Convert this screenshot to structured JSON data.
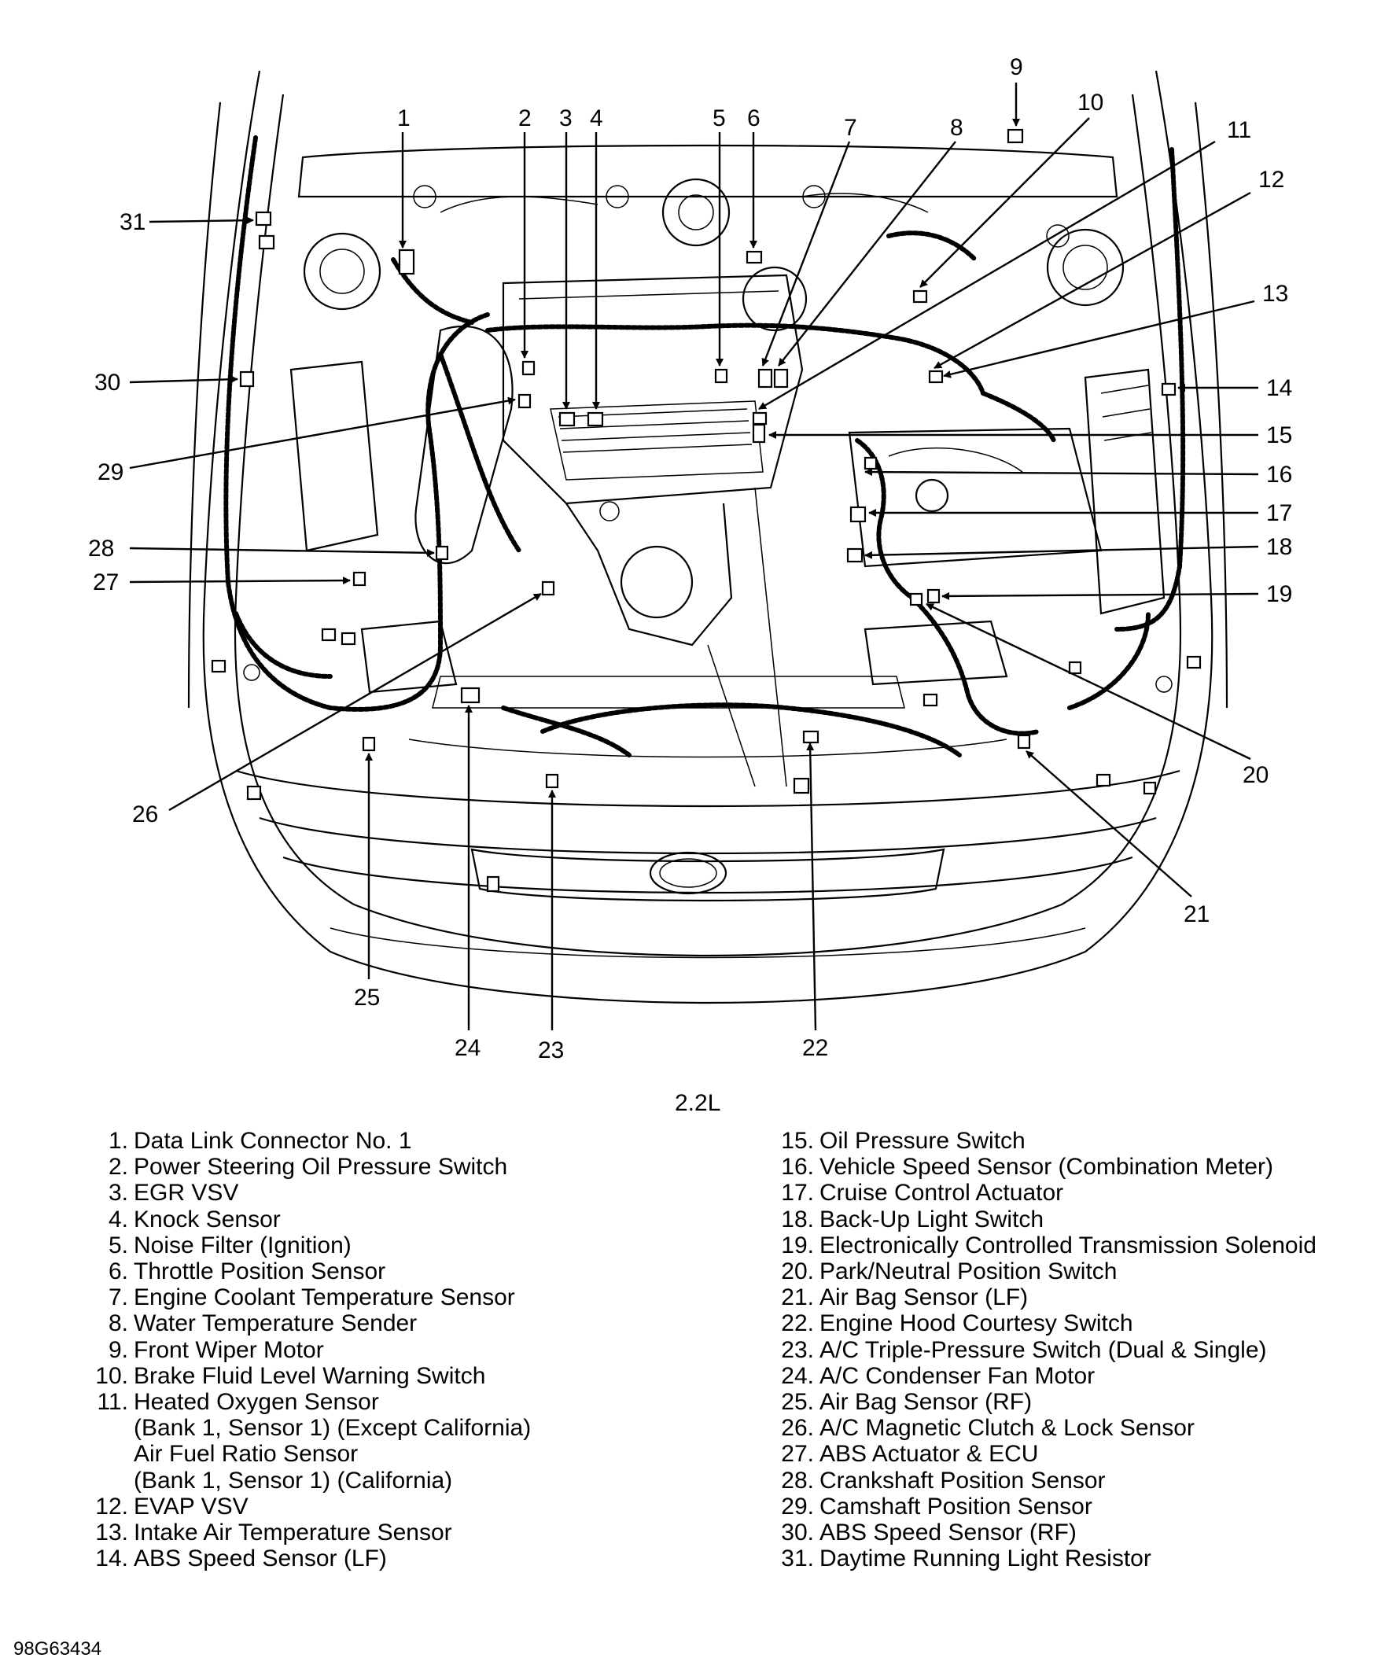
{
  "callouts": [
    {
      "n": "1"
    },
    {
      "n": "2"
    },
    {
      "n": "3"
    },
    {
      "n": "4"
    },
    {
      "n": "5"
    },
    {
      "n": "6"
    },
    {
      "n": "7"
    },
    {
      "n": "8"
    },
    {
      "n": "9"
    },
    {
      "n": "10"
    },
    {
      "n": "11"
    },
    {
      "n": "12"
    },
    {
      "n": "13"
    },
    {
      "n": "14"
    },
    {
      "n": "15"
    },
    {
      "n": "16"
    },
    {
      "n": "17"
    },
    {
      "n": "18"
    },
    {
      "n": "19"
    },
    {
      "n": "20"
    },
    {
      "n": "21"
    },
    {
      "n": "22"
    },
    {
      "n": "23"
    },
    {
      "n": "24"
    },
    {
      "n": "25"
    },
    {
      "n": "26"
    },
    {
      "n": "27"
    },
    {
      "n": "28"
    },
    {
      "n": "29"
    },
    {
      "n": "30"
    },
    {
      "n": "31"
    }
  ],
  "variant_label": "2.2L",
  "legend": {
    "left": [
      {
        "num": "1.",
        "lines": [
          "Data Link Connector No. 1"
        ]
      },
      {
        "num": "2.",
        "lines": [
          "Power Steering Oil Pressure Switch"
        ]
      },
      {
        "num": "3.",
        "lines": [
          "EGR VSV"
        ]
      },
      {
        "num": "4.",
        "lines": [
          "Knock Sensor"
        ]
      },
      {
        "num": "5.",
        "lines": [
          "Noise Filter (Ignition)"
        ]
      },
      {
        "num": "6.",
        "lines": [
          "Throttle Position Sensor"
        ]
      },
      {
        "num": "7.",
        "lines": [
          "Engine Coolant Temperature Sensor"
        ]
      },
      {
        "num": "8.",
        "lines": [
          "Water Temperature Sender"
        ]
      },
      {
        "num": "9.",
        "lines": [
          "Front Wiper Motor"
        ]
      },
      {
        "num": "10.",
        "lines": [
          "Brake Fluid Level Warning Switch"
        ]
      },
      {
        "num": "11.",
        "lines": [
          "Heated Oxygen Sensor",
          "(Bank 1, Sensor 1) (Except California)",
          "Air Fuel Ratio Sensor",
          "(Bank 1, Sensor 1) (California)"
        ]
      },
      {
        "num": "12.",
        "lines": [
          "EVAP VSV"
        ]
      },
      {
        "num": "13.",
        "lines": [
          "Intake Air Temperature Sensor"
        ]
      },
      {
        "num": "14.",
        "lines": [
          "ABS Speed Sensor (LF)"
        ]
      }
    ],
    "right": [
      {
        "num": "15.",
        "lines": [
          "Oil Pressure Switch"
        ]
      },
      {
        "num": "16.",
        "lines": [
          "Vehicle Speed Sensor (Combination Meter)"
        ]
      },
      {
        "num": "17.",
        "lines": [
          "Cruise Control Actuator"
        ]
      },
      {
        "num": "18.",
        "lines": [
          "Back-Up Light Switch"
        ]
      },
      {
        "num": "19.",
        "lines": [
          "Electronically Controlled Transmission Solenoid"
        ]
      },
      {
        "num": "20.",
        "lines": [
          "Park/Neutral Position Switch"
        ]
      },
      {
        "num": "21.",
        "lines": [
          "Air Bag Sensor (LF)"
        ]
      },
      {
        "num": "22.",
        "lines": [
          "Engine Hood Courtesy Switch"
        ]
      },
      {
        "num": "23.",
        "lines": [
          "A/C Triple-Pressure Switch (Dual & Single)"
        ]
      },
      {
        "num": "24.",
        "lines": [
          "A/C Condenser Fan Motor"
        ]
      },
      {
        "num": "25.",
        "lines": [
          "Air Bag Sensor (RF)"
        ]
      },
      {
        "num": "26.",
        "lines": [
          "A/C Magnetic Clutch & Lock Sensor"
        ]
      },
      {
        "num": "27.",
        "lines": [
          "ABS Actuator & ECU"
        ]
      },
      {
        "num": "28.",
        "lines": [
          "Crankshaft Position Sensor"
        ]
      },
      {
        "num": "29.",
        "lines": [
          "Camshaft Position Sensor"
        ]
      },
      {
        "num": "30.",
        "lines": [
          "ABS Speed Sensor (RF)"
        ]
      },
      {
        "num": "31.",
        "lines": [
          "Daytime Running Light Resistor"
        ]
      }
    ]
  },
  "figure_ref": "98G63434"
}
